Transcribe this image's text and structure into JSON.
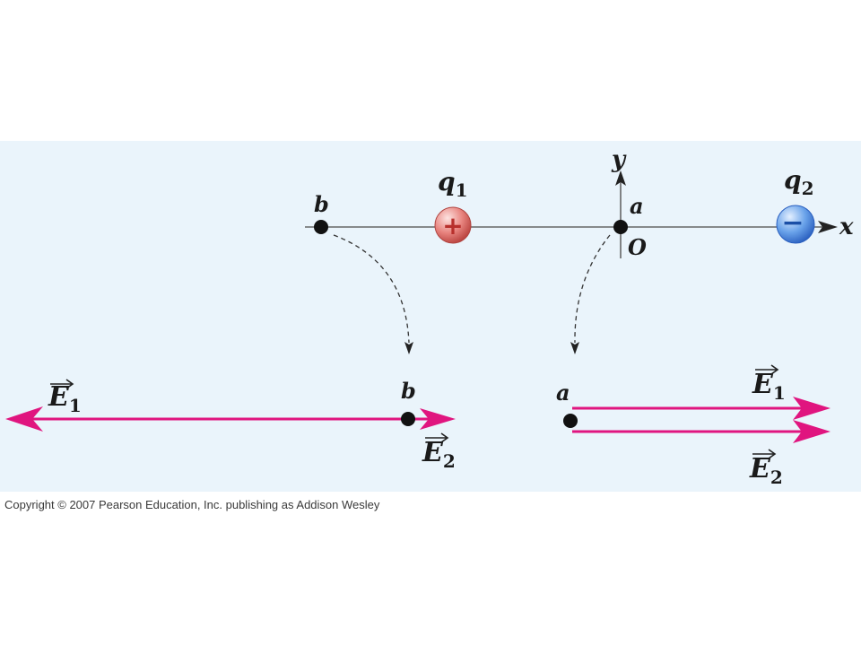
{
  "colors": {
    "background": "#eaf4fb",
    "field_vector": "#e0157f",
    "axis": "#555555",
    "point": "#111111",
    "positive_charge": "#d9534f",
    "negative_charge": "#2f6fd6"
  },
  "axes": {
    "x_label": "x",
    "y_label": "y",
    "origin_label": "O"
  },
  "points": {
    "a": "a",
    "b": "b"
  },
  "charges": {
    "q1": {
      "symbol": "q",
      "subscript": "1",
      "sign": "+"
    },
    "q2": {
      "symbol": "q",
      "subscript": "2",
      "sign": "−"
    }
  },
  "vectors": {
    "at_b": [
      {
        "symbol": "E",
        "subscript": "1",
        "direction": "left"
      },
      {
        "symbol": "E",
        "subscript": "2",
        "direction": "right"
      }
    ],
    "at_a": [
      {
        "symbol": "E",
        "subscript": "1",
        "direction": "right"
      },
      {
        "symbol": "E",
        "subscript": "2",
        "direction": "right"
      }
    ]
  },
  "copyright": "Copyright © 2007 Pearson Education, Inc. publishing as Addison Wesley"
}
